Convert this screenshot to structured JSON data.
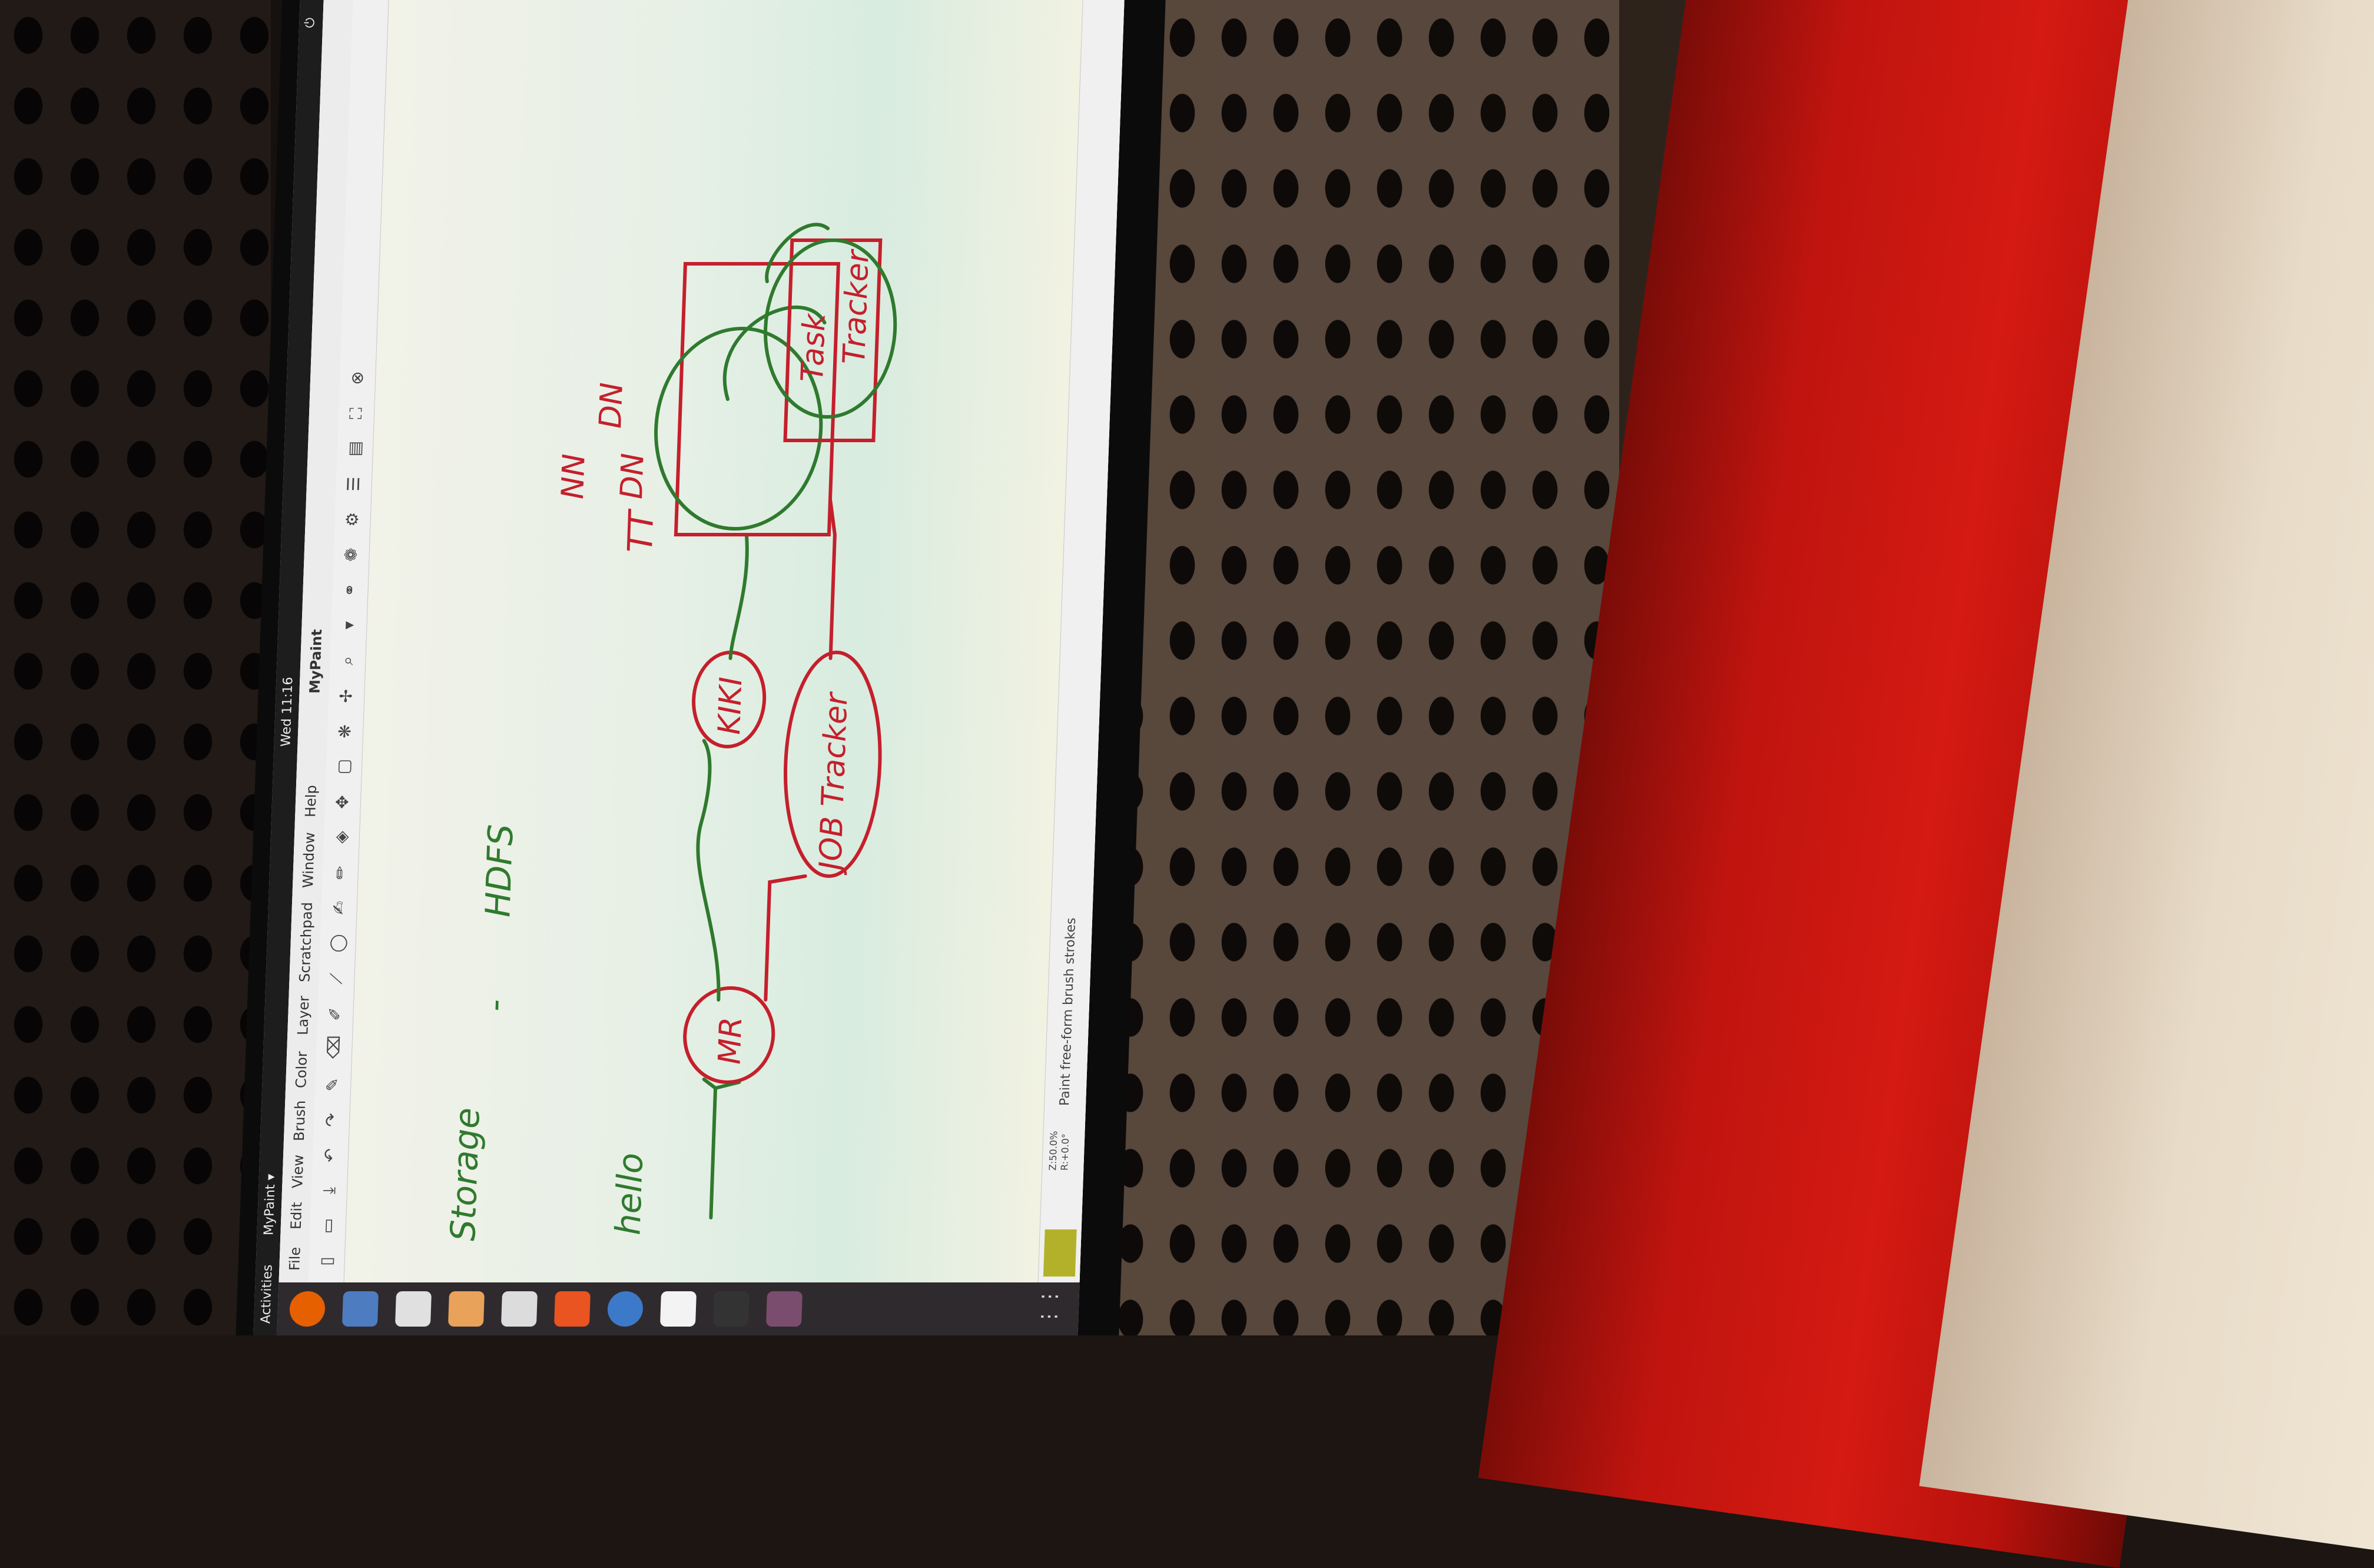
{
  "topbar": {
    "activities": "Activities",
    "app_menu": "MyPaint ▾",
    "clock": "Wed 11:16"
  },
  "window": {
    "title": "MyPaint",
    "menu": [
      "File",
      "Edit",
      "View",
      "Brush",
      "Color",
      "Layer",
      "Scratchpad",
      "Window",
      "Help"
    ]
  },
  "canvas_text": {
    "hello": "hello",
    "storage": "Storage",
    "dash": "-",
    "hdfs": "HDFS",
    "mr": "MR",
    "kiki": "KIKI",
    "job_tracker": "JOB Tracker",
    "task_tracker_1": "Task",
    "task_tracker_2": "Tracker",
    "nn": "NN",
    "dn1": "DN",
    "dn2": "DN",
    "tt": "TT"
  },
  "status": {
    "zoom": "Z:50.0%",
    "rotation": "R:+0.0°",
    "message": "Paint free-form brush strokes"
  },
  "colors": {
    "ink_green": "#2f7a2e",
    "ink_red": "#c51f2c",
    "status_swatch": "#b3b12a"
  },
  "icons": [
    "firefox-icon",
    "files-icon",
    "terminal-icon",
    "software-icon",
    "help-icon",
    "amazon-icon",
    "apps-grid-icon",
    "new-icon",
    "open-icon",
    "save-icon",
    "undo-icon",
    "redo-icon",
    "brush-icon",
    "eraser-icon",
    "pen-icon",
    "zoom-icon",
    "pan-icon",
    "settings-icon",
    "fullscreen-icon"
  ]
}
